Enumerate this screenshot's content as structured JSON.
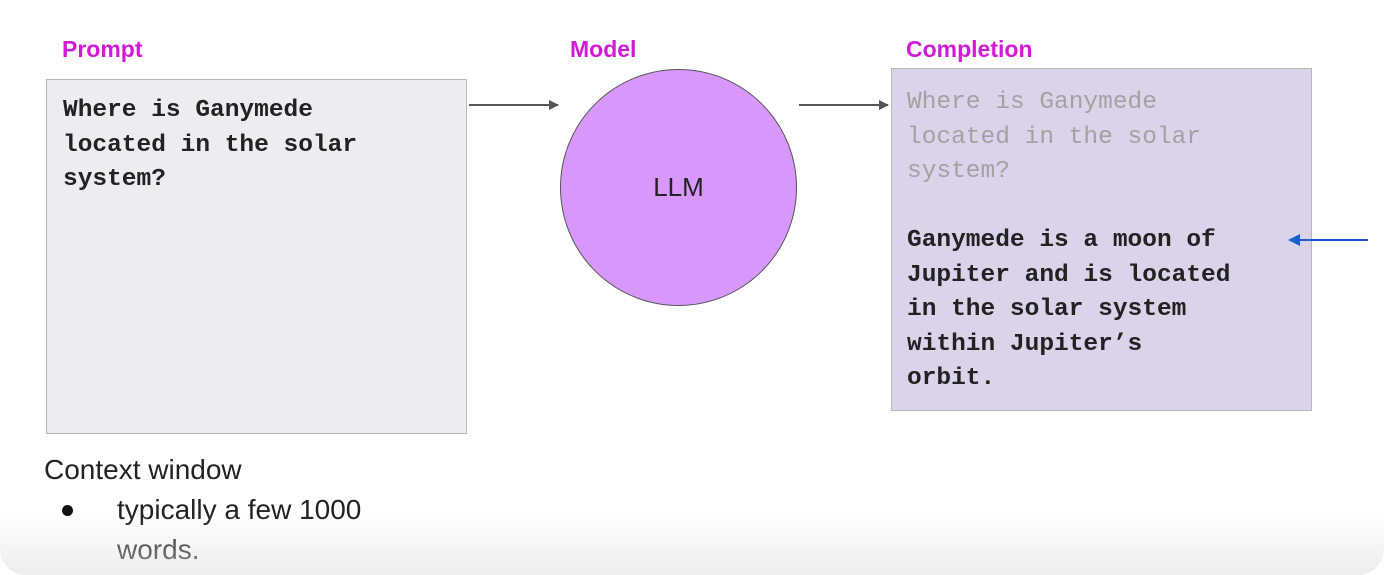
{
  "headings": {
    "prompt": "Prompt",
    "model": "Model",
    "completion": "Completion"
  },
  "prompt_box": {
    "text": "Where is Ganymede\nlocated in the solar\nsystem?"
  },
  "model": {
    "label": "LLM"
  },
  "completion_box": {
    "prompt_echo": "Where is Ganymede\nlocated in the solar\nsystem?",
    "answer": "Ganymede is a moon of\nJupiter and is located\nin the solar system\nwithin Jupiter’s\norbit."
  },
  "context": {
    "title": "Context window",
    "bullets": [
      "typically a few 1000 words."
    ]
  },
  "colors": {
    "heading": "#d21ad6",
    "prompt_box_bg": "#ededf0",
    "completion_box_bg": "#dad3e9",
    "llm_circle": "#d898fb",
    "arrow_gray": "#555555",
    "arrow_blue": "#1a5fd0"
  }
}
